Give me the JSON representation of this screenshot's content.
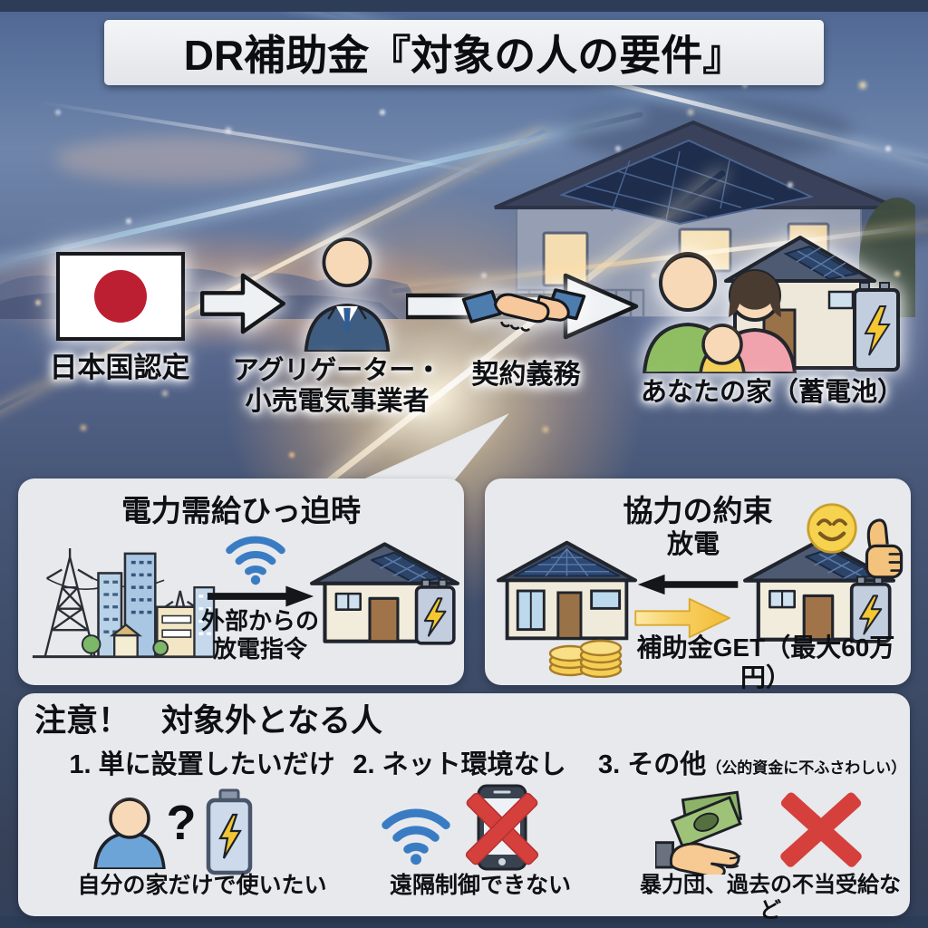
{
  "page": {
    "title": "DR補助金『対象の人の要件』"
  },
  "flow": {
    "steps": [
      {
        "id": "japan",
        "icon": "japan-flag-icon",
        "label": "日本国認定"
      },
      {
        "id": "aggregator",
        "icon": "business-person-icon",
        "label": "アグリゲーター・\n小売電気事業者"
      },
      {
        "id": "contract",
        "icon": "handshake-icon",
        "label": "契約義務"
      },
      {
        "id": "your-home",
        "icon": "family-house-battery-icon",
        "label": "あなたの家（蓄電池）"
      }
    ]
  },
  "panels": {
    "power_shortage": {
      "title": "電力需給ひっ迫時",
      "command_label": "外部からの\n放電指令",
      "icons": [
        "city-power-grid-icon",
        "wifi-icon",
        "arrow-right-icon",
        "house-battery-icon"
      ]
    },
    "cooperation": {
      "title": "協力の約束",
      "discharge_label": "放電",
      "reward_label": "補助金GET（最大60万円）",
      "icons": [
        "solar-house-icon",
        "arrow-left-icon",
        "yellow-arrow-icon",
        "house-battery-icon",
        "smiley-icon",
        "thumbs-up-icon",
        "coins-icon"
      ]
    },
    "caution": {
      "title": "注意！　対象外となる人",
      "items": [
        {
          "heading": "1. 単に設置したいだけ",
          "caption": "自分の家だけで使いたい",
          "icons": [
            "person-icon",
            "question-mark",
            "battery-icon"
          ]
        },
        {
          "heading": "2. ネット環境なし",
          "caption": "遠隔制御できない",
          "icons": [
            "wifi-icon",
            "phone-crossed-icon"
          ]
        },
        {
          "heading": "3. その他",
          "heading_note": "（公的資金に不ふさわしい）",
          "caption": "暴力団、過去の不当受給など",
          "icons": [
            "money-hand-icon",
            "red-cross-icon"
          ]
        }
      ]
    }
  },
  "misc": {
    "question_mark": "?"
  },
  "icon_glyphs": {
    "japan-flag-icon": "red circle on white rect",
    "wifi-icon": "three blue arcs + dot",
    "question-mark": "?",
    "red-cross-icon": "✕",
    "arrow-right-icon": "→",
    "arrow-left-icon": "←"
  },
  "colors": {
    "navy_bar": "#2e3d57",
    "panel_bg": "#e7e9ec",
    "banner_bg": "#eef0f3",
    "wifi_blue": "#3a7cc4",
    "alert_red": "#d5403c",
    "coin_yellow": "#f5cf55",
    "bolt_yellow": "#f5c832",
    "arrow_yellow": "#f7ca4a",
    "flag_red": "#bc1f31"
  }
}
